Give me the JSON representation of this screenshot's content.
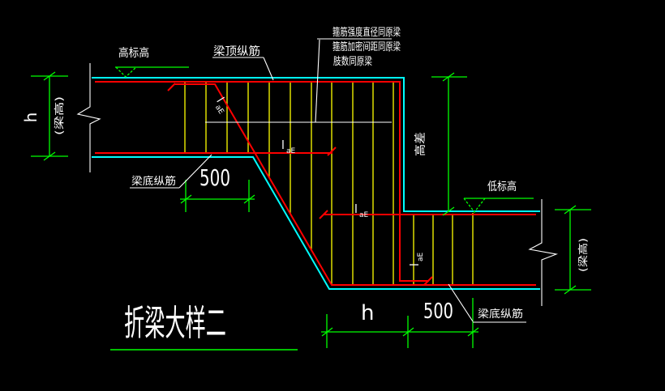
{
  "title": {
    "text": "折梁大样二"
  },
  "annotations": {
    "high_elevation": "高标高",
    "low_elevation": "低标高",
    "top_longitudinal_bars": "梁顶纵筋",
    "bottom_longitudinal_bars_left": "梁底纵筋",
    "bottom_longitudinal_bars_right": "梁底纵筋",
    "stirrup_note_line1": "箍筋强度直径同原梁",
    "stirrup_note_line2": "箍筋加密间距同原梁",
    "stirrup_note_line3": "肢数同原梁"
  },
  "dimensions": {
    "upper_beam_height_value": "h",
    "upper_beam_height_note": "(梁高)",
    "lower_beam_height_note": "(梁高)",
    "height_difference": "高差",
    "upper_densified_zone": "500",
    "bottom_zone_first": "h",
    "bottom_zone_second": "500"
  },
  "anchorage_label": {
    "symbol": "l",
    "subscript": "aE"
  },
  "colors": {
    "background": "#000000",
    "concrete_outline": "#00ffff",
    "rebar": "#ff0000",
    "stirrup": "#ffff00",
    "dimension": "#00ff00",
    "annotation": "#ffffff"
  }
}
